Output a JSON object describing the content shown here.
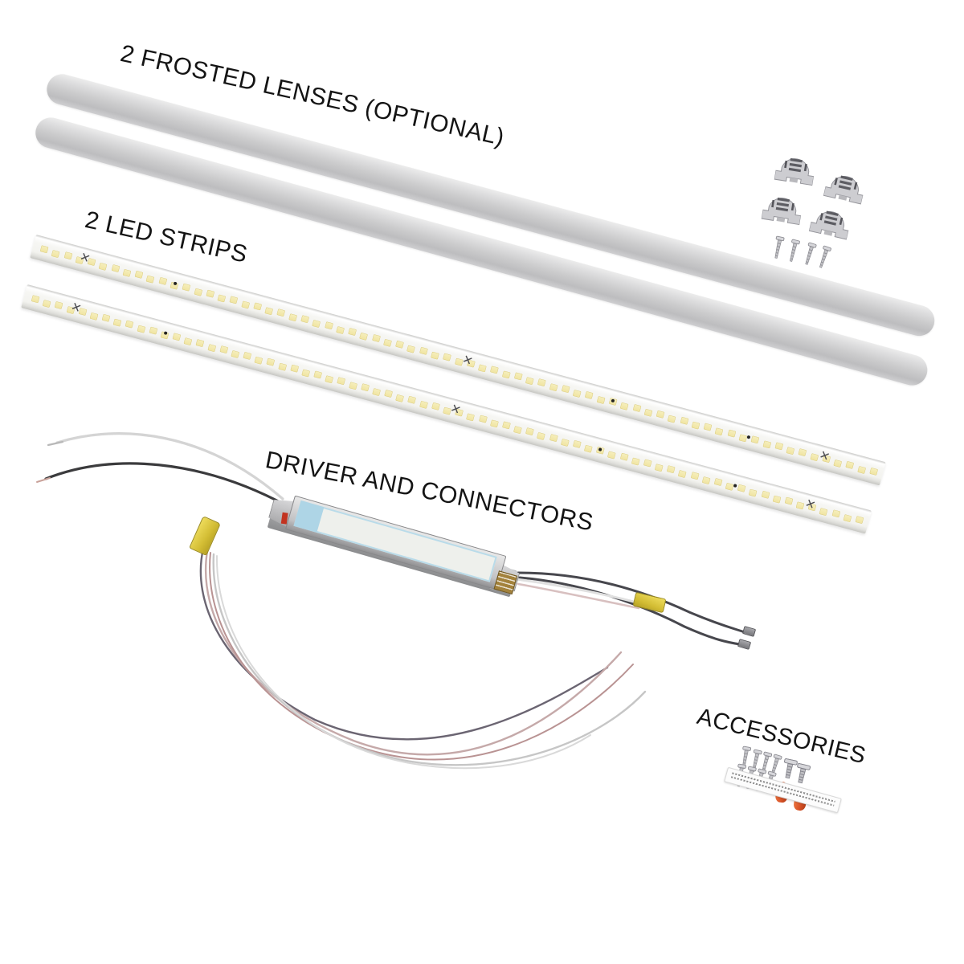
{
  "page": {
    "background": "#ffffff"
  },
  "labels": {
    "lenses": "2 FROSTED LENSES (OPTIONAL)",
    "strips": "2 LED STRIPS",
    "driver": "DRIVER AND CONNECTORS",
    "accessories": "ACCESSORIES"
  },
  "colors": {
    "tube": "#cccccd",
    "chip": "#f0e4a0",
    "driver_blue": "#aed5e6",
    "yellow_connector": "#dcc843",
    "wire_nut": "#d85327",
    "text": "#141414"
  },
  "components": {
    "frosted_lenses": 2,
    "led_strips": 2,
    "chips_per_strip": 71,
    "lens_clips": 4,
    "clip_screws": 4,
    "drivers": 1,
    "yellow_wire_connectors": 2,
    "wire_ferrules": 2,
    "accessory_screws_small": 8,
    "accessory_screws_large": 2,
    "wire_nuts": 2,
    "warning_labels": 1
  }
}
